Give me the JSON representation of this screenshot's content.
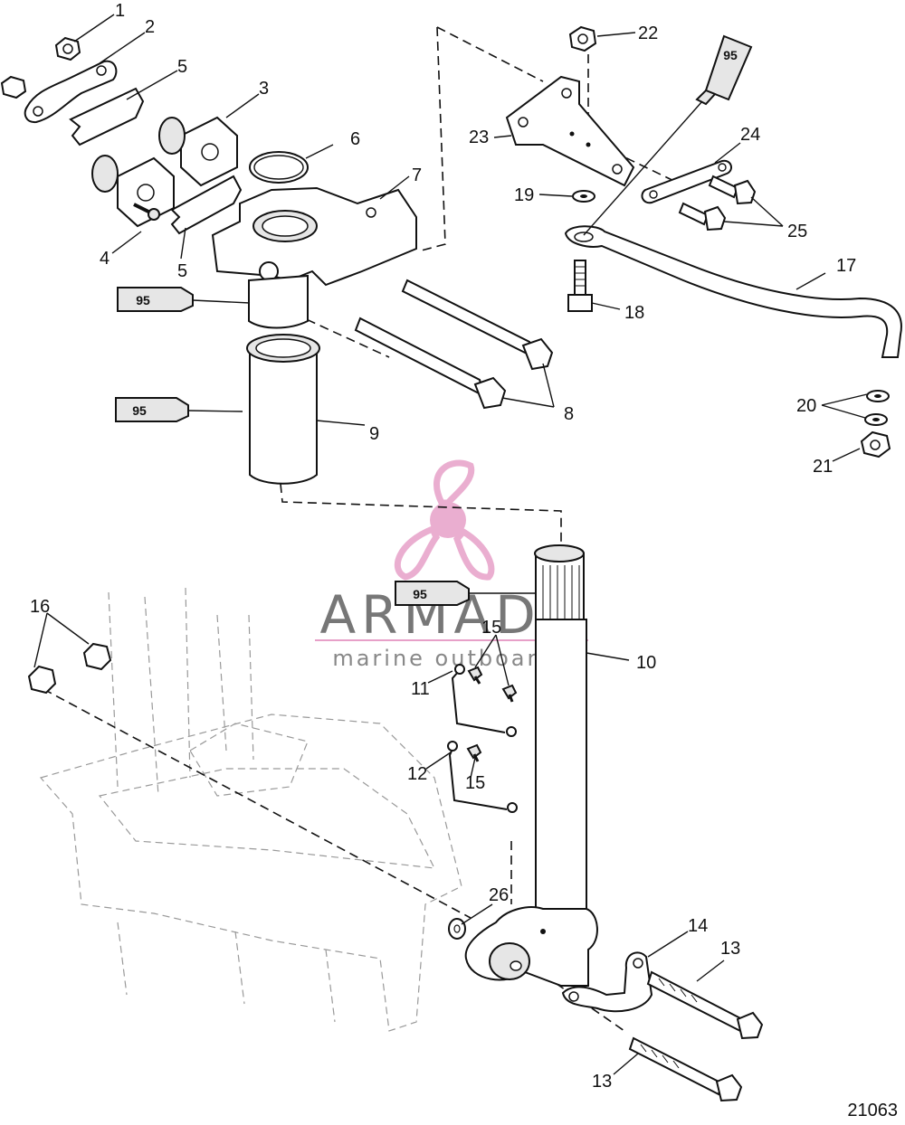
{
  "diagram_id": "21063",
  "watermark": {
    "brand": "ARMADA",
    "tagline": "marine outboards",
    "accent_color": "#e7a0c8"
  },
  "sealant_label": "95",
  "callouts": {
    "c1": "1",
    "c2": "2",
    "c3": "3",
    "c4": "4",
    "c5a": "5",
    "c5b": "5",
    "c6": "6",
    "c7": "7",
    "c8": "8",
    "c9": "9",
    "c10": "10",
    "c11": "11",
    "c12": "12",
    "c13a": "13",
    "c13b": "13",
    "c14": "14",
    "c15a": "15",
    "c15b": "15",
    "c16": "16",
    "c17": "17",
    "c18": "18",
    "c19": "19",
    "c20": "20",
    "c21": "21",
    "c22": "22",
    "c23": "23",
    "c24": "24",
    "c25": "25",
    "c26": "26"
  }
}
